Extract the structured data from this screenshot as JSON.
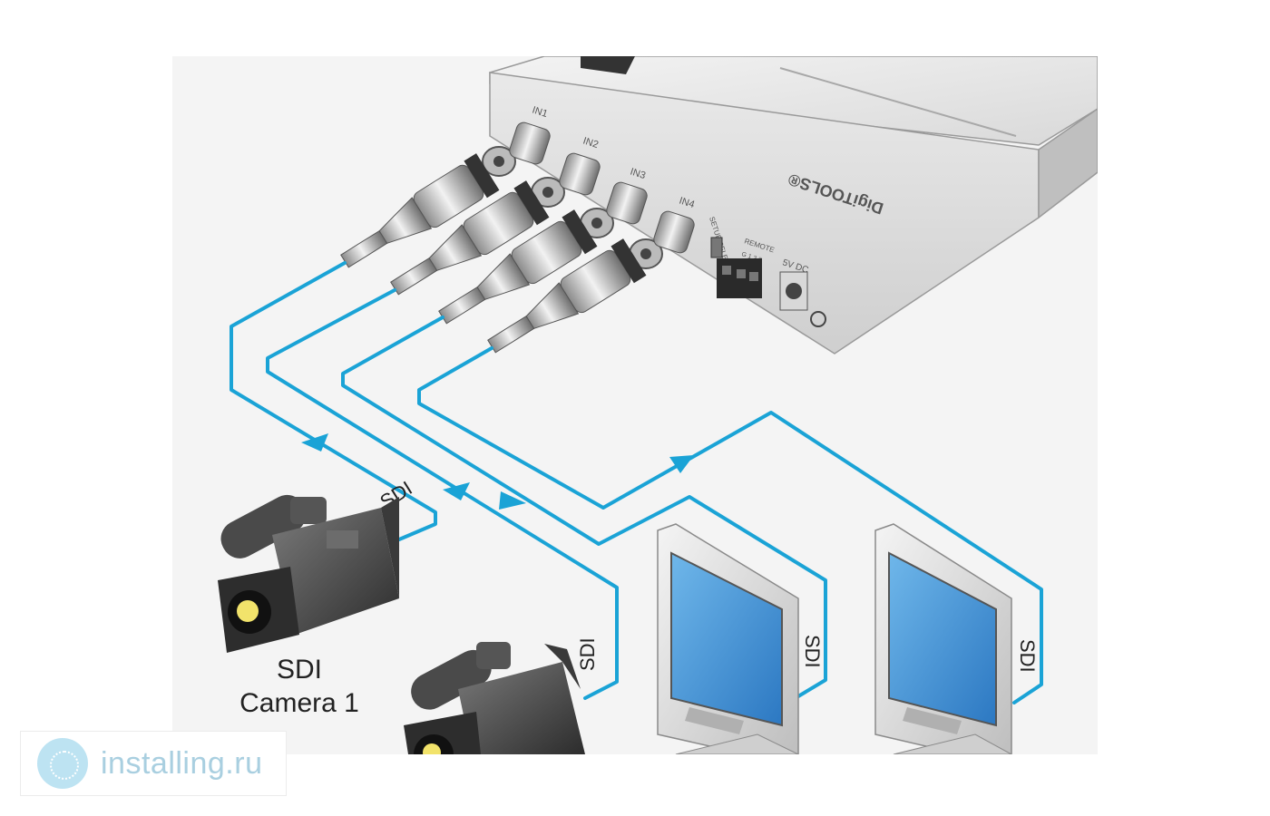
{
  "device": {
    "brand": "DigiTOOLS®",
    "input_labels": [
      "IN1",
      "IN2",
      "IN3",
      "IN4"
    ],
    "panel_labels": [
      "SETUP/SELECT",
      "REMOTE",
      "5V DC"
    ],
    "remote_pins": "G 1 2 3"
  },
  "cables": {
    "label": "SDI",
    "color": "#1aa3d6"
  },
  "cameras": [
    {
      "caption_line1": "SDI",
      "caption_line2": "Camera 1"
    }
  ],
  "watermark": {
    "text": "installing.ru"
  }
}
